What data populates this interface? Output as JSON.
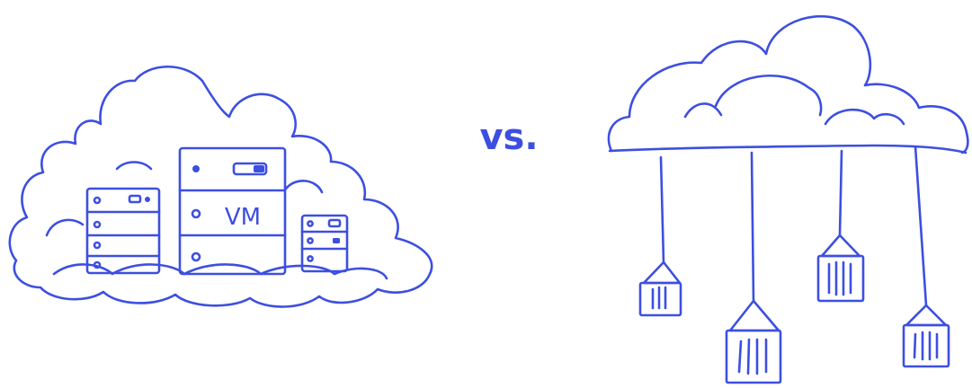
{
  "colors": {
    "ink": "#3D4FE0",
    "background": "#FFFFFF"
  },
  "left_panel": {
    "icon": "cloud-with-vm-servers-icon",
    "vm_label": "VM"
  },
  "separator": {
    "text": "vs."
  },
  "right_panel": {
    "icon": "cloud-with-hanging-containers-icon",
    "container_count": 4
  }
}
